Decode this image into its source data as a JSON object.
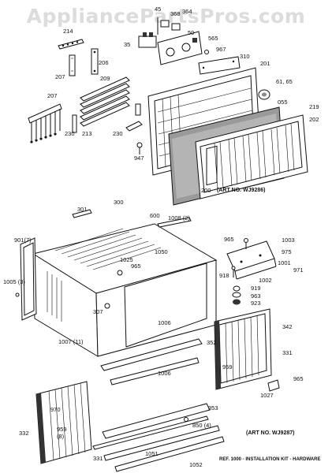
{
  "watermark": "AppliancePartsPros.com",
  "colors": {
    "ink": "#111111",
    "watermark": "#dcdcdc",
    "background": "#ffffff"
  },
  "labels": {
    "l45": "45",
    "l368": "368",
    "l364": "364",
    "l214": "214",
    "l50": "50",
    "l35": "35",
    "l565": "565",
    "l967": "967",
    "l310": "310",
    "l206": "206",
    "l201": "201",
    "l207a": "207",
    "l209": "209",
    "l61_65": "61, 65",
    "l207b": "207",
    "l055": "055",
    "l219": "219",
    "l202": "202",
    "l230a": "230",
    "l213": "213",
    "l230b": "230",
    "l947": "947",
    "l200": "200",
    "l301": "301",
    "l300": "300",
    "l600": "600",
    "l1008": "1008 (2)",
    "l965a": "965",
    "l1003": "1003",
    "l901": "901(7)",
    "l975": "975",
    "l1025": "1025",
    "l965b": "965",
    "l1050": "1050",
    "l1001": "1001",
    "l971": "971",
    "l918": "918",
    "l1002": "1002",
    "l1005": "1005 (3)",
    "l919": "919",
    "l963": "963",
    "l923": "923",
    "l307": "307",
    "l1006a": "1006",
    "l342": "342",
    "l1007": "1007 (11)",
    "l352": "352",
    "l331a": "331",
    "l959a": "959",
    "l1006b": "1006",
    "l1027": "1027",
    "l965c": "965",
    "l970": "970",
    "l353": "353",
    "l332": "332",
    "l959b": "959",
    "l8": "(8)",
    "l850": "850 (4)",
    "l331b": "331",
    "l1051": "1051",
    "l1052": "1052"
  },
  "notes": {
    "art_filter": "(ART NO. WJ9286)",
    "art_kit": "(ART NO. WJ9287)",
    "ref_kit": "REF. 1000 - INSTALLATION KIT - HARDWARE"
  }
}
